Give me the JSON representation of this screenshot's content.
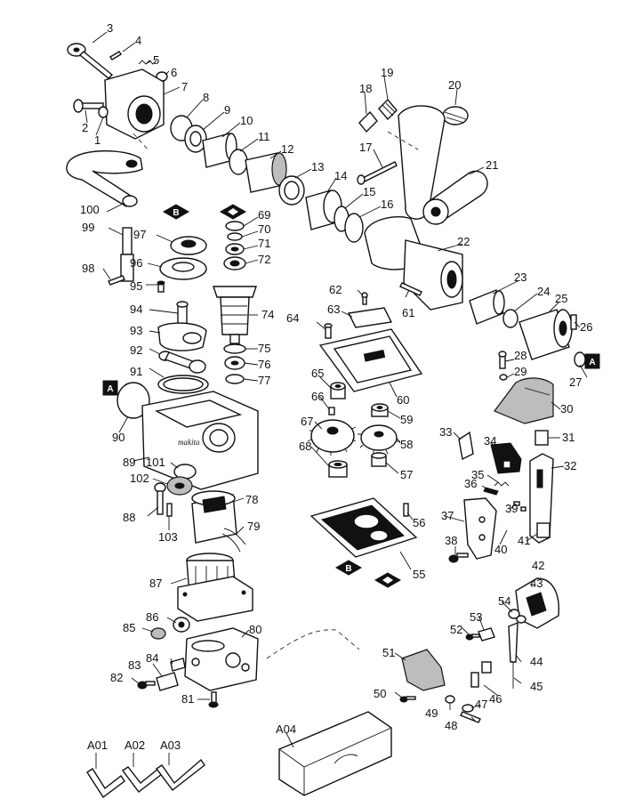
{
  "callouts": {
    "c1": "1",
    "c2": "2",
    "c3": "3",
    "c4": "4",
    "c5": "5",
    "c6": "6",
    "c7": "7",
    "c8": "8",
    "c9": "9",
    "c10": "10",
    "c11": "11",
    "c12": "12",
    "c13": "13",
    "c14": "14",
    "c15": "15",
    "c16": "16",
    "c17": "17",
    "c18": "18",
    "c19": "19",
    "c20": "20",
    "c21": "21",
    "c22": "22",
    "c23": "23",
    "c24": "24",
    "c25": "25",
    "c26": "26",
    "c27": "27",
    "c28": "28",
    "c29": "29",
    "c30": "30",
    "c31": "31",
    "c32": "32",
    "c33": "33",
    "c34": "34",
    "c35": "35",
    "c36": "36",
    "c37": "37",
    "c38": "38",
    "c39": "39",
    "c40": "40",
    "c41": "41",
    "c42": "42",
    "c43": "43",
    "c44": "44",
    "c45": "45",
    "c46": "46",
    "c47": "47",
    "c48": "48",
    "c49": "49",
    "c50": "50",
    "c51": "51",
    "c52": "52",
    "c53": "53",
    "c54": "54",
    "c55": "55",
    "c56": "56",
    "c57": "57",
    "c58": "58",
    "c59": "59",
    "c60": "60",
    "c61": "61",
    "c62": "62",
    "c63": "63",
    "c64": "64",
    "c65": "65",
    "c66": "66",
    "c67": "67",
    "c68": "68",
    "c69": "69",
    "c70": "70",
    "c71": "71",
    "c72": "72",
    "c74": "74",
    "c75": "75",
    "c76": "76",
    "c77": "77",
    "c78": "78",
    "c79": "79",
    "c80": "80",
    "c81": "81",
    "c82": "82",
    "c83": "83",
    "c84": "84",
    "c85": "85",
    "c86": "86",
    "c87": "87",
    "c88": "88",
    "c89": "89",
    "c90": "90",
    "c91": "91",
    "c92": "92",
    "c93": "93",
    "c94": "94",
    "c95": "95",
    "c96": "96",
    "c97": "97",
    "c98": "98",
    "c99": "99",
    "c100": "100",
    "c101": "101",
    "c102": "102",
    "c103": "103",
    "a01": "A01",
    "a02": "A02",
    "a03": "A03",
    "a04": "A04"
  },
  "badges": {
    "a": "A",
    "b": "B"
  },
  "housing_text": "makita"
}
